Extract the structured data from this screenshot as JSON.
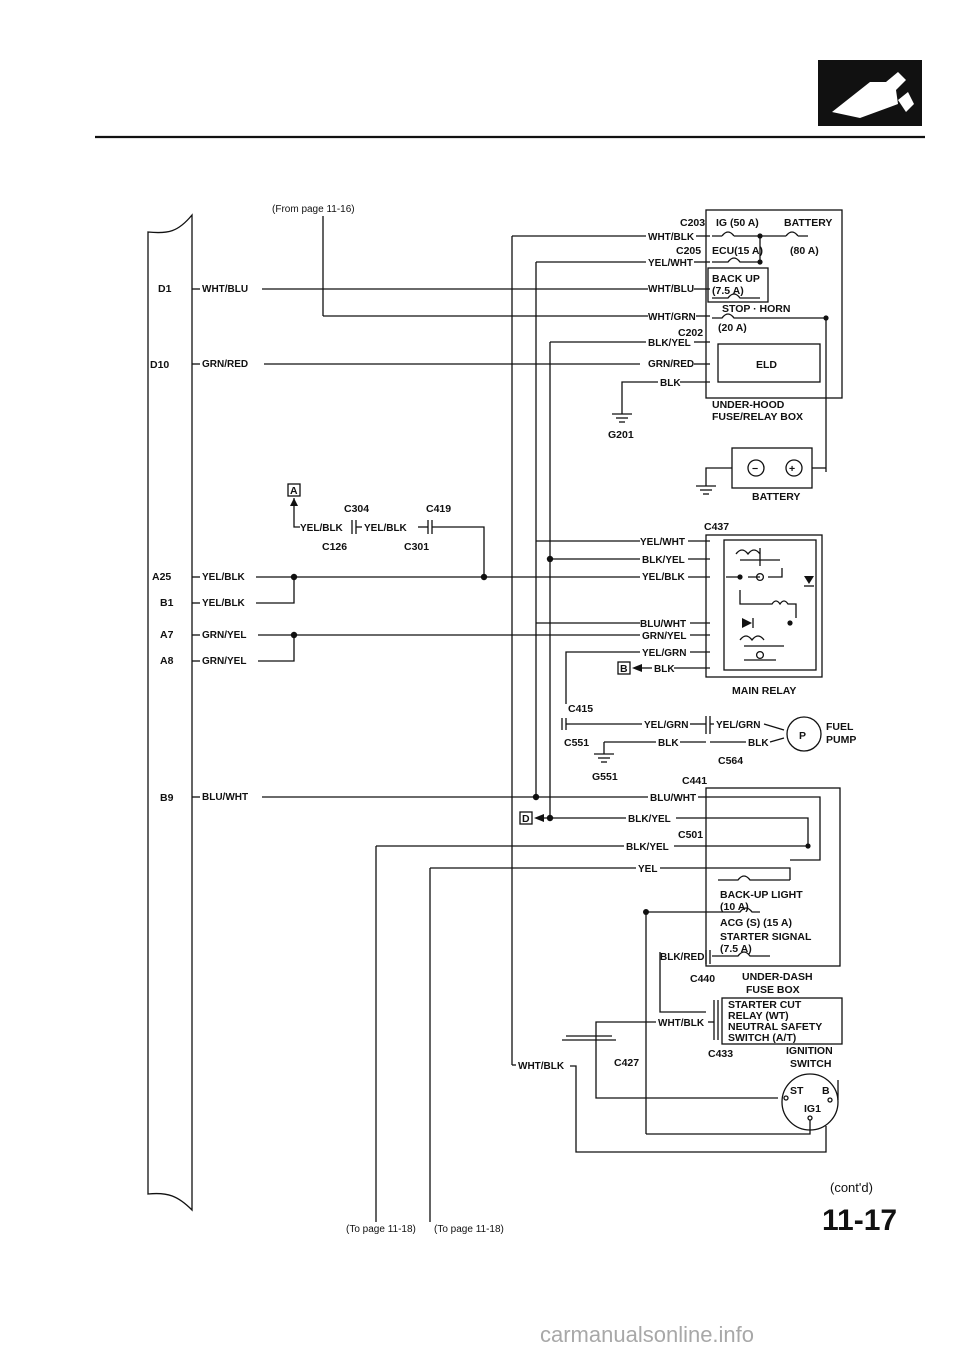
{
  "page": {
    "from_ref": "(From page 11-16)",
    "to_ref_1": "(To page 11-18)",
    "to_ref_2": "(To page 11-18)",
    "contd": "(cont'd)",
    "page_number": "11-17",
    "watermark": "carmanualsonline.info",
    "section_icon": "fuel-injector-icon"
  },
  "ecu_pins": [
    "D1",
    "D10",
    "A25",
    "B1",
    "A7",
    "A8",
    "B9"
  ],
  "left_wires": {
    "d1": "WHT/BLU",
    "d10": "GRN/RED",
    "a25": "YEL/BLK",
    "b1": "YEL/BLK",
    "a7": "GRN/YEL",
    "a8": "GRN/YEL",
    "b9": "BLU/WHT"
  },
  "connectors": {
    "c203": "C203",
    "c205": "C205",
    "c202": "C202",
    "c304": "C304",
    "c419": "C419",
    "c126": "C126",
    "c301": "C301",
    "c437": "C437",
    "c415": "C415",
    "c551": "C551",
    "c564": "C564",
    "c441": "C441",
    "c501": "C501",
    "c440": "C440",
    "c433": "C433",
    "c427": "C427"
  },
  "grounds": {
    "g201": "G201",
    "g551": "G551"
  },
  "markers": {
    "a": "A",
    "b": "B",
    "d": "D"
  },
  "fuse_box": {
    "ig": "IG (50 A)",
    "battery_fuse": "BATTERY",
    "battery_amp": "(80 A)",
    "ecu": "ECU(15 A)",
    "backup": "BACK UP",
    "backup_amp": "(7.5 A)",
    "stop": "STOP · HORN",
    "stop_amp": "(20 A)",
    "eld": "ELD",
    "name1": "UNDER-HOOD",
    "name2": "FUSE/RELAY BOX"
  },
  "fuse_box_wires": {
    "w1": "WHT/BLK",
    "w2": "YEL/WHT",
    "w3": "WHT/BLU",
    "w4": "WHT/GRN",
    "w5": "BLK/YEL",
    "w6": "GRN/RED",
    "w7": "BLK"
  },
  "battery": {
    "label": "BATTERY",
    "neg": "−",
    "pos": "+"
  },
  "c304_wires": {
    "w1": "YEL/BLK",
    "w2": "YEL/BLK"
  },
  "main_relay": {
    "label": "MAIN RELAY",
    "wires": [
      "YEL/WHT",
      "BLK/YEL",
      "YEL/BLK",
      "BLU/WHT",
      "GRN/YEL",
      "YEL/GRN",
      "BLK"
    ]
  },
  "fuel_pump": {
    "label1": "FUEL",
    "label2": "PUMP",
    "symbol": "P",
    "wires": {
      "w1": "YEL/GRN",
      "w2": "BLK",
      "w3": "YEL/GRN",
      "w4": "BLK"
    }
  },
  "under_dash": {
    "wires": {
      "w1": "BLU/WHT",
      "w2": "BLK/YEL",
      "w3": "BLK/YEL",
      "w4": "YEL",
      "w5": "BLK/RED"
    },
    "backup_light": "BACK-UP LIGHT",
    "backup_light_amp": "(10 A)",
    "acg": "ACG (S) (15 A)",
    "starter_signal": "STARTER SIGNAL",
    "starter_signal_amp": "(7.5 A)",
    "name1": "UNDER-DASH",
    "name2": "FUSE BOX"
  },
  "starter_cut": {
    "l1": "STARTER CUT",
    "l2": "RELAY (WT)",
    "l3": "NEUTRAL SAFETY",
    "l4": "SWITCH (A/T)",
    "wire_in": "WHT/BLK",
    "wire_out": "WHT/BLK"
  },
  "ignition": {
    "l1": "IGNITION",
    "l2": "SWITCH",
    "st": "ST",
    "b": "B",
    "ig1": "IG1"
  }
}
